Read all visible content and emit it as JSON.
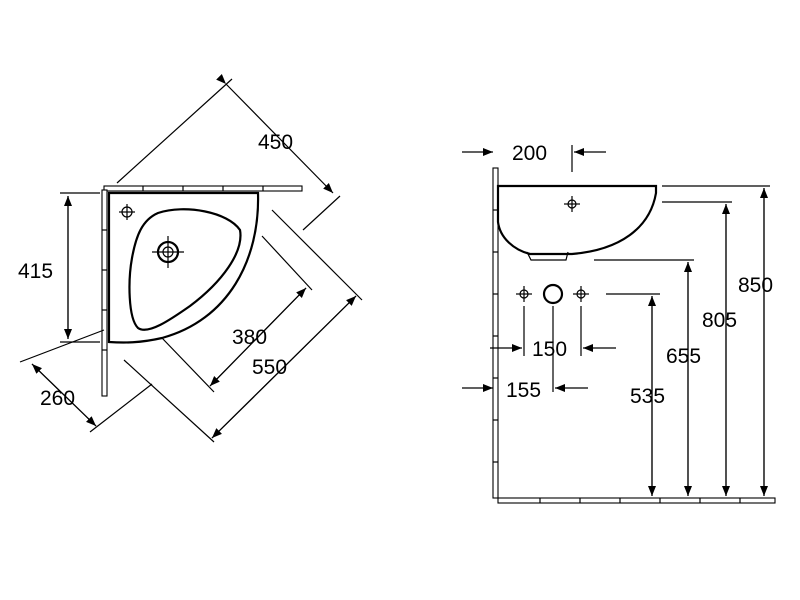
{
  "plan_view": {
    "dim_450": "450",
    "dim_415": "415",
    "dim_380": "380",
    "dim_550": "550",
    "dim_260": "260"
  },
  "side_view": {
    "dim_200": "200",
    "dim_150": "150",
    "dim_155": "155",
    "dim_535": "535",
    "dim_655": "655",
    "dim_805": "805",
    "dim_850": "850"
  }
}
